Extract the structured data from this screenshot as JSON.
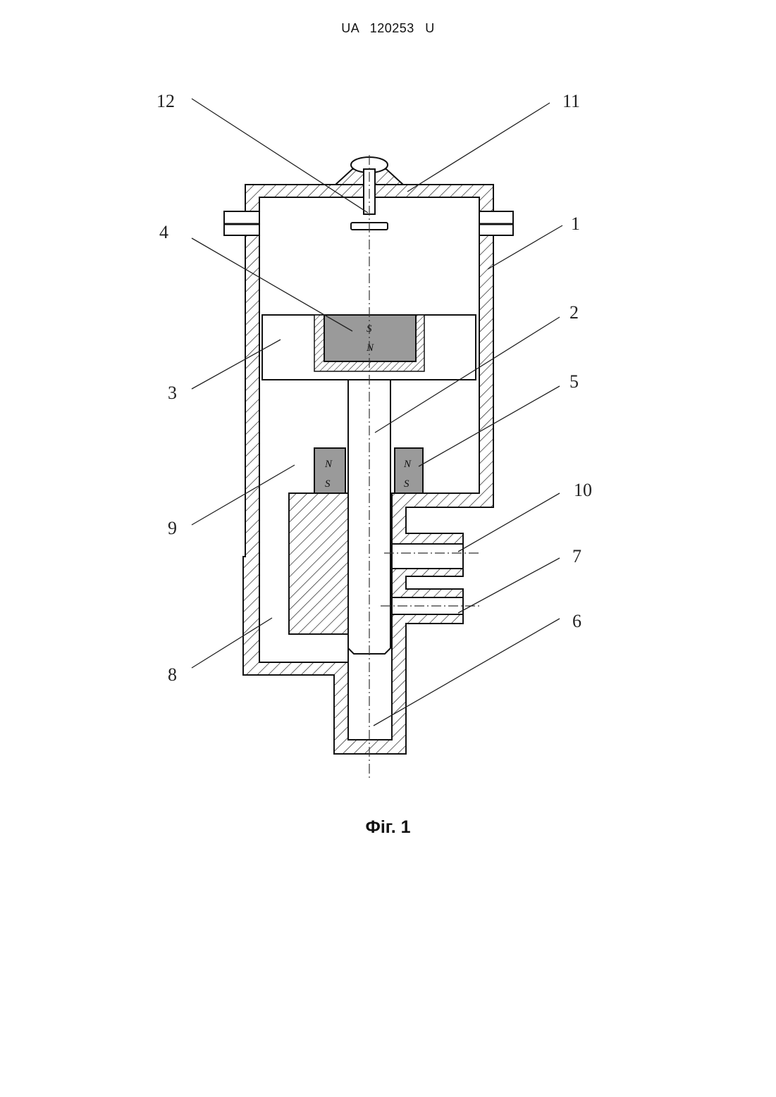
{
  "header": {
    "doc_id": "UA   120253   U"
  },
  "figure": {
    "caption": "Фіг. 1",
    "callouts": [
      {
        "id": "12",
        "label": "12"
      },
      {
        "id": "11",
        "label": "11"
      },
      {
        "id": "1",
        "label": "1"
      },
      {
        "id": "4",
        "label": "4"
      },
      {
        "id": "2",
        "label": "2"
      },
      {
        "id": "3",
        "label": "3"
      },
      {
        "id": "5",
        "label": "5"
      },
      {
        "id": "9",
        "label": "9"
      },
      {
        "id": "10",
        "label": "10"
      },
      {
        "id": "7",
        "label": "7"
      },
      {
        "id": "6",
        "label": "6"
      },
      {
        "id": "8",
        "label": "8"
      }
    ],
    "magnet_poles": {
      "top_magnet": {
        "upper": "S",
        "lower": "N"
      },
      "left_ring_magnet": {
        "upper": "N",
        "lower": "S"
      },
      "right_ring_magnet": {
        "upper": "N",
        "lower": "S"
      }
    },
    "colors": {
      "line": "#111111",
      "magnet_fill": "#9a9a9a"
    }
  }
}
